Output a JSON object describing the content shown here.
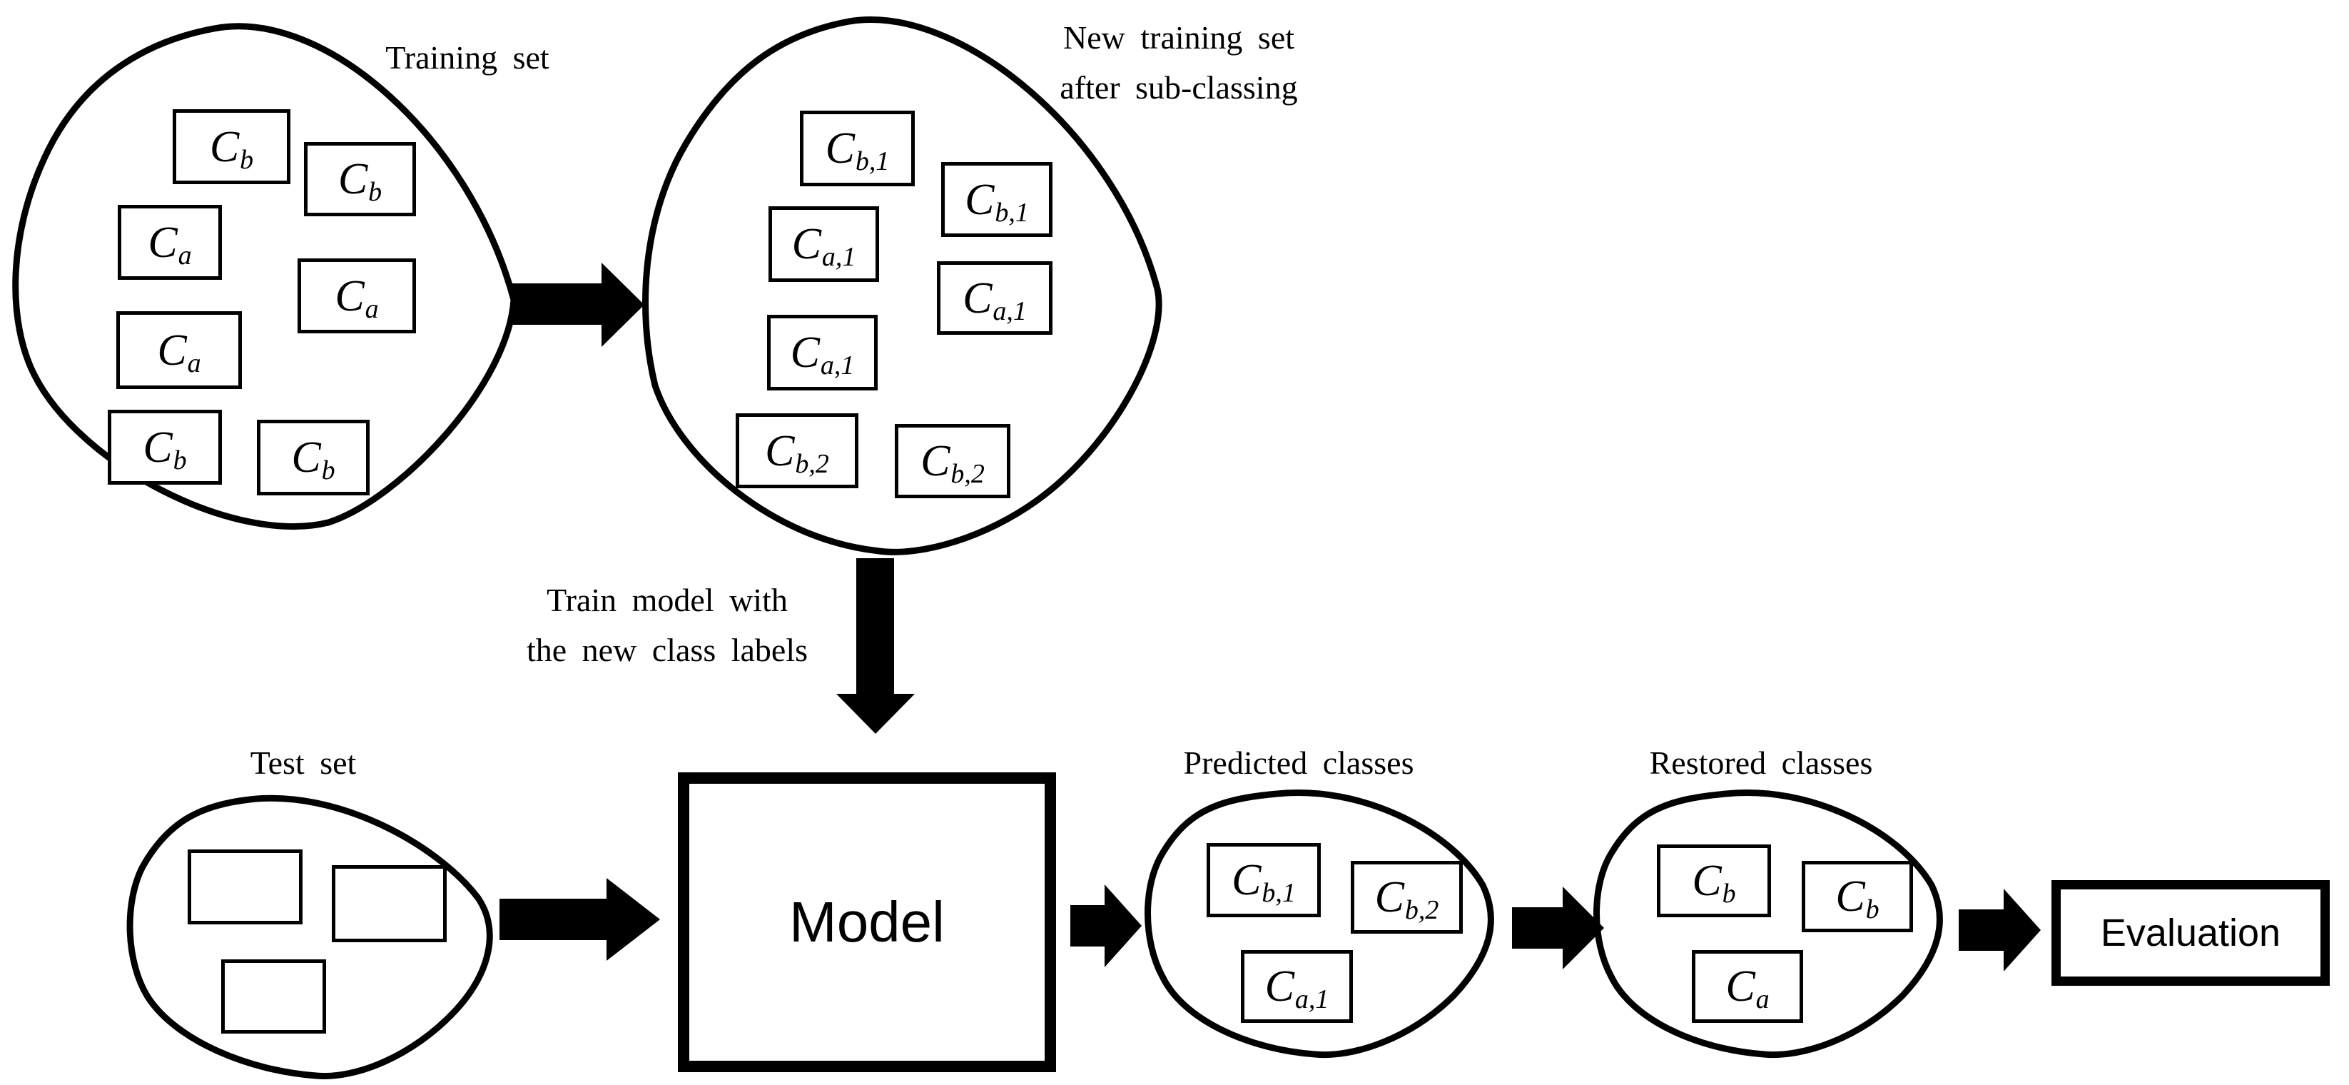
{
  "page": {
    "background_color": "#ffffff",
    "ink_color": "#000000"
  },
  "blobs": {
    "training": {
      "label": "Training set",
      "boxes": [
        {
          "base": "C",
          "sub": "b"
        },
        {
          "base": "C",
          "sub": "b"
        },
        {
          "base": "C",
          "sub": "a"
        },
        {
          "base": "C",
          "sub": "a"
        },
        {
          "base": "C",
          "sub": "a"
        },
        {
          "base": "C",
          "sub": "b"
        },
        {
          "base": "C",
          "sub": "b"
        }
      ]
    },
    "subclassed": {
      "label_line1": "New training set",
      "label_line2": "after sub-classing",
      "boxes": [
        {
          "base": "C",
          "sub": "b,1"
        },
        {
          "base": "C",
          "sub": "b,1"
        },
        {
          "base": "C",
          "sub": "a,1"
        },
        {
          "base": "C",
          "sub": "a,1"
        },
        {
          "base": "C",
          "sub": "a,1"
        },
        {
          "base": "C",
          "sub": "b,2"
        },
        {
          "base": "C",
          "sub": "b,2"
        }
      ]
    },
    "test": {
      "label": "Test set",
      "boxes": [
        {},
        {},
        {}
      ]
    },
    "predicted": {
      "label": "Predicted classes",
      "boxes": [
        {
          "base": "C",
          "sub": "b,1"
        },
        {
          "base": "C",
          "sub": "b,2"
        },
        {
          "base": "C",
          "sub": "a,1"
        }
      ]
    },
    "restored": {
      "label": "Restored classes",
      "boxes": [
        {
          "base": "C",
          "sub": "b"
        },
        {
          "base": "C",
          "sub": "b"
        },
        {
          "base": "C",
          "sub": "a"
        }
      ]
    }
  },
  "nodes": {
    "model": {
      "label": "Model"
    },
    "evaluation": {
      "label": "Evaluation"
    }
  },
  "annotations": {
    "train_arrow_line1": "Train model with",
    "train_arrow_line2": "the new class labels"
  }
}
